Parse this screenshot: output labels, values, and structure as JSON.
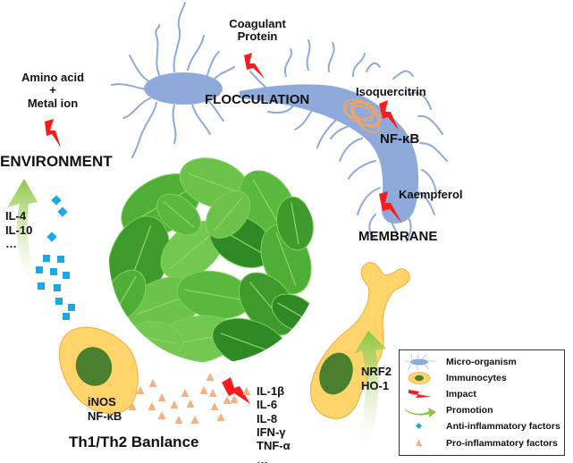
{
  "labels": {
    "coagulant_protein": [
      "Coagulant",
      "Protein"
    ],
    "flocculation": "FLOCCULATION",
    "isoquercitrin": "Isoquercitrin",
    "nfkb_top": "NF-κB",
    "kaempferol": "Kaempferol",
    "membrane": "MEMBRANE",
    "amino_acid": "Amino acid",
    "plus": "+",
    "metal_ion": "Metal ion",
    "environment": "ENVIRONMENT",
    "anti_factors": [
      "IL-4",
      "IL-10",
      "…"
    ],
    "inos": "iNOS",
    "nfkb_bottom": "NF-κB",
    "th_balance": "Th1/Th2 Banlance",
    "pro_factors": [
      "IL-1β",
      "IL-6",
      "IL-8",
      "IFN-γ",
      "TNF-α",
      "…"
    ],
    "nrf2": "NRF2",
    "ho1": "HO-1"
  },
  "legend": {
    "items": [
      {
        "icon": "micro-organism-icon",
        "label": "Micro-organism"
      },
      {
        "icon": "immunocyte-icon",
        "label": "Immunocytes"
      },
      {
        "icon": "impact-bolt-icon",
        "label": "Impact"
      },
      {
        "icon": "promotion-arrow-icon",
        "label": "Promotion"
      },
      {
        "icon": "blue-diamond-icon",
        "label": "Anti-inflammatory factors"
      },
      {
        "icon": "orange-triangle-icon",
        "label": "Pro-inflammatory factors"
      }
    ]
  },
  "colors": {
    "microbe": "#8eaadb",
    "bolt": "#ff1a1a",
    "leaf_light": "#6cc24a",
    "leaf_mid": "#4fae35",
    "leaf_dark": "#2f8a25",
    "cell": "#ffd56b",
    "cell_border": "#f0b44a",
    "nucleus": "#4a7f2f",
    "arrow": "#8cc63f",
    "anti": "#1ea7e8",
    "pro": "#f4b183",
    "coil": "#f4a460"
  }
}
